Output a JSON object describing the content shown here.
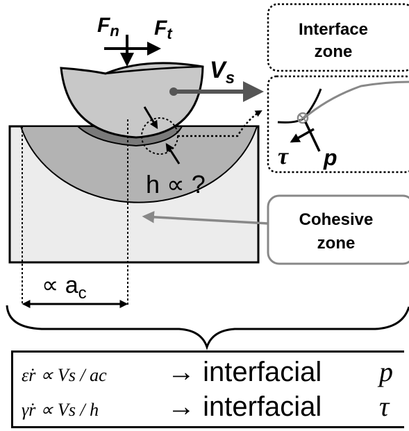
{
  "forces": {
    "normal_base": "F",
    "normal_sub": "n",
    "tangential_base": "F",
    "tangential_sub": "t",
    "sliding_velocity_base": "V",
    "sliding_velocity_sub": "s"
  },
  "labels": {
    "thickness": "h ∝ ?",
    "contact_width_prefix": "∝ a",
    "contact_width_sub": "c",
    "interface_zone_line1": "Interface",
    "interface_zone_line2": "zone",
    "cohesive_zone_line1": "Cohesive",
    "cohesive_zone_line2": "zone",
    "shear_stress_symbol": "τ",
    "pressure_symbol": "p"
  },
  "equations": [
    {
      "lhs": "ε̇r ∝ Vs / ac",
      "rhs": "→ interfacial",
      "symbol": "p"
    },
    {
      "lhs": "γ̇r ∝ Vs / h",
      "rhs": "→ interfacial",
      "symbol": "τ"
    }
  ],
  "colors": {
    "substrate": "#ececec",
    "cohesive_zone": "#b3b3b3",
    "indenter": "#c8c8c8",
    "interface_layer": "#7a7a7a",
    "arrow_gray": "#888888",
    "outline": "#000000"
  }
}
